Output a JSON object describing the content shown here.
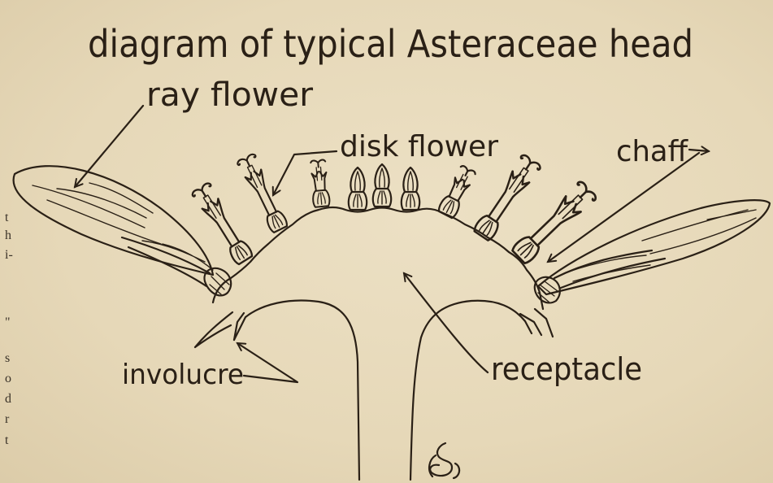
{
  "figure": {
    "title": "diagram of typical Asteraceae head",
    "labels": {
      "ray_flower": "ray flower",
      "disk_flower": "disk flower",
      "chaff": "chaff",
      "involucre": "involucre",
      "receptacle": "receptacle"
    },
    "ink_color": "#2a2016",
    "paper_color": "#e7dabc"
  },
  "margin_text": [
    "t",
    "h",
    "i-",
    "\"",
    "s",
    "o",
    "d",
    "r",
    "t"
  ]
}
